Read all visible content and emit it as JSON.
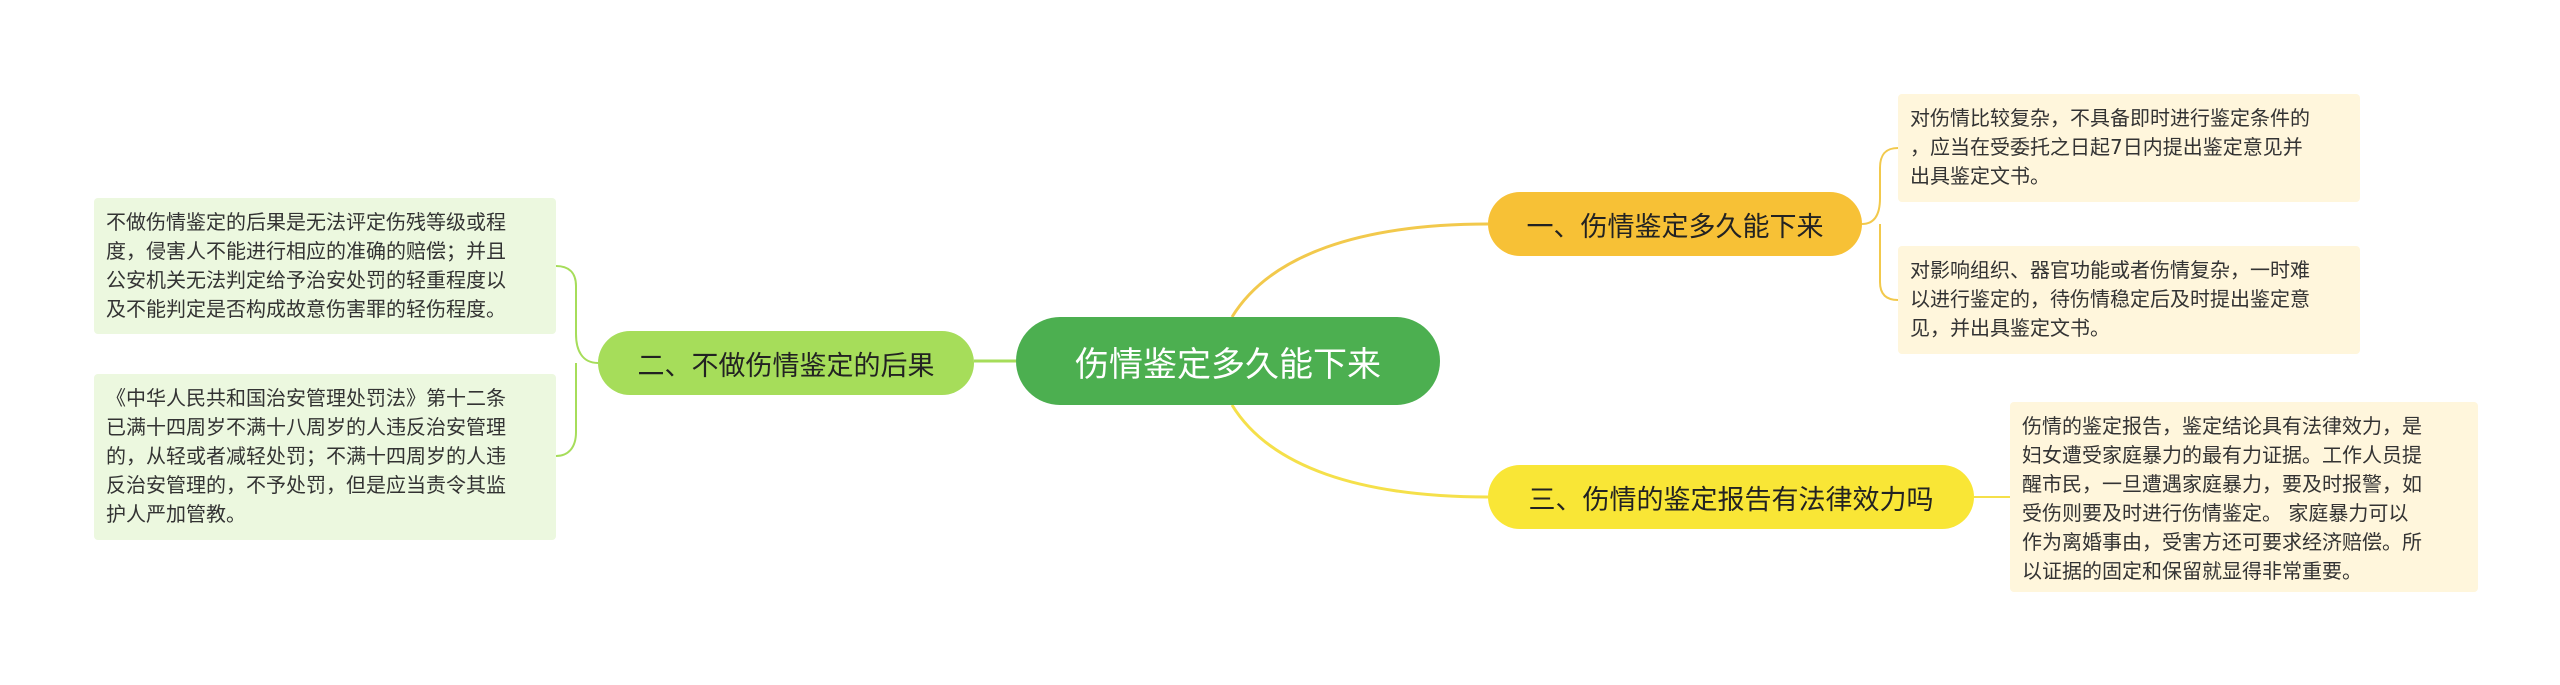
{
  "root": {
    "label": "伤情鉴定多久能下来"
  },
  "branches": [
    {
      "label": "一、伤情鉴定多久能下来",
      "color": "#f7c136",
      "leaves": [
        "对伤情比较复杂，不具备即时进行鉴定条件的\n，应当在受委托之日起7日内提出鉴定意见并\n出具鉴定文书。",
        "对影响组织、器官功能或者伤情复杂，一时难\n以进行鉴定的，待伤情稳定后及时提出鉴定意\n见，并出具鉴定文书。"
      ]
    },
    {
      "label": "三、伤情的鉴定报告有法律效力吗",
      "color": "#f9e636",
      "leaves": [
        "伤情的鉴定报告，鉴定结论具有法律效力，是\n妇女遭受家庭暴力的最有力证据。工作人员提\n醒市民，一旦遭遇家庭暴力，要及时报警，如\n受伤则要及时进行伤情鉴定。 家庭暴力可以\n作为离婚事由，受害方还可要求经济赔偿。所\n以证据的固定和保留就显得非常重要。"
      ]
    },
    {
      "label": "二、不做伤情鉴定的后果",
      "color": "#a6dd5a",
      "leaves": [
        "不做伤情鉴定的后果是无法评定伤残等级或程\n度，侵害人不能进行相应的准确的赔偿；并且\n公安机关无法判定给予治安处罚的轻重程度以\n及不能判定是否构成故意伤害罪的轻伤程度。",
        "《中华人民共和国治安管理处罚法》第十二条\n已满十四周岁不满十八周岁的人违反治安管理\n的，从轻或者减轻处罚；不满十四周岁的人违\n反治安管理的，不予处罚，但是应当责令其监\n护人严加管教。"
      ]
    }
  ],
  "colors": {
    "root": "#4caf50",
    "line_orange": "#f2c94c",
    "line_yellow": "#f5e04a",
    "line_green": "#a6dd5a"
  }
}
